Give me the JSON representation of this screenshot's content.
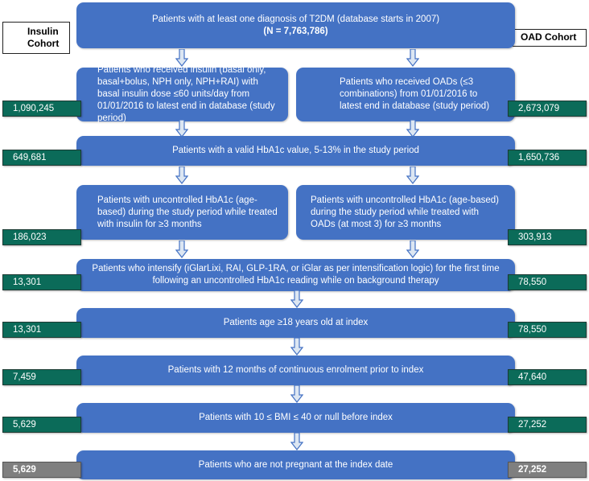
{
  "cohorts": {
    "insulin": "Insulin Cohort",
    "oad": "OAD Cohort"
  },
  "steps": {
    "t2dm": {
      "text": "Patients with at least one diagnosis of T2DM (database starts in 2007)",
      "n": "(N = 7,763,786)"
    },
    "insulin_received": "Patients who received insulin (basal only, basal+bolus, NPH only, NPH+RAI) with basal insulin dose ≤60 units/day from 01/01/2016 to latest end in database (study period)",
    "oad_received": "Patients who received OADs (≤3 combinations) from 01/01/2016 to latest end in database (study period)",
    "hba1c_valid": "Patients with a valid HbA1c value, 5-13% in the study period",
    "insulin_uncontrolled": "Patients with uncontrolled HbA1c (age-based) during the study period while treated with insulin for ≥3 months",
    "oad_uncontrolled": "Patients with uncontrolled HbA1c (age-based) during the study period while treated with OADs (at most 3) for ≥3 months",
    "intensify": "Patients who intensify (iGlarLixi, RAI, GLP-1RA, or iGlar as per intensification logic) for the first time following an uncontrolled HbA1c reading while on background therapy",
    "age": "Patients age ≥18 years old at index",
    "enrolment": "Patients with 12 months of continuous enrolment prior to index",
    "bmi": "Patients with 10 ≤ BMI ≤ 40 or null before index",
    "pregnant": "Patients who are not pregnant at the index date"
  },
  "counts": {
    "insulin": [
      "1,090,245",
      "649,681",
      "186,023",
      "13,301",
      "13,301",
      "7,459",
      "5,629",
      "5,629"
    ],
    "oad": [
      "2,673,079",
      "1,650,736",
      "303,913",
      "78,550",
      "78,550",
      "47,640",
      "27,252",
      "27,252"
    ]
  },
  "colors": {
    "box": "#4472c4",
    "count": "#0b6b59",
    "final_count": "#7f7f7f"
  }
}
